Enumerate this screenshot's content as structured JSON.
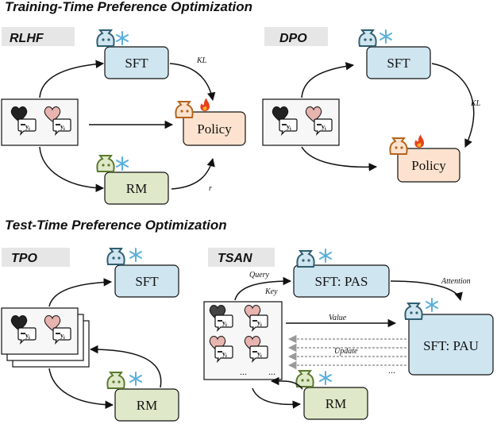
{
  "sections": {
    "training_title": "Training-Time Preference Optimization",
    "test_title": "Test-Time Preference Optimization"
  },
  "panels": {
    "rlhf": "RLHF",
    "dpo": "DPO",
    "tpo": "TPO",
    "tsan": "TSAN"
  },
  "boxes": {
    "sft": "SFT",
    "policy": "Policy",
    "rm": "RM",
    "sft_pas": "SFT: PAS",
    "sft_pau": "SFT: PAU"
  },
  "edge_labels": {
    "kl": "KL",
    "r": "r",
    "query": "Query",
    "key": "Key",
    "value": "Value",
    "attention": "Attention",
    "update": "Update"
  },
  "response_label": "y",
  "response_subscript": "i",
  "ellipsis": "...",
  "colors": {
    "sft_fill": "#cfe5f0",
    "policy_fill": "#fde3cf",
    "rm_fill": "#dfe8c8",
    "frozen_icon": "#5bb0dc",
    "fire_icon": "#e8401c",
    "sft_icon_stroke": "#2f5f70",
    "policy_icon_stroke": "#b5651d",
    "rm_icon_stroke": "#5a7a2e",
    "heart_dark": "#222222",
    "heart_pink": "#e8b4b0",
    "tag_bg": "#e6e6e6",
    "dashed_arrow": "#999999"
  },
  "icons": [
    "bag-bot-icon",
    "snowflake-icon",
    "fire-icon",
    "heart-icon",
    "chat-bubble-icon"
  ]
}
